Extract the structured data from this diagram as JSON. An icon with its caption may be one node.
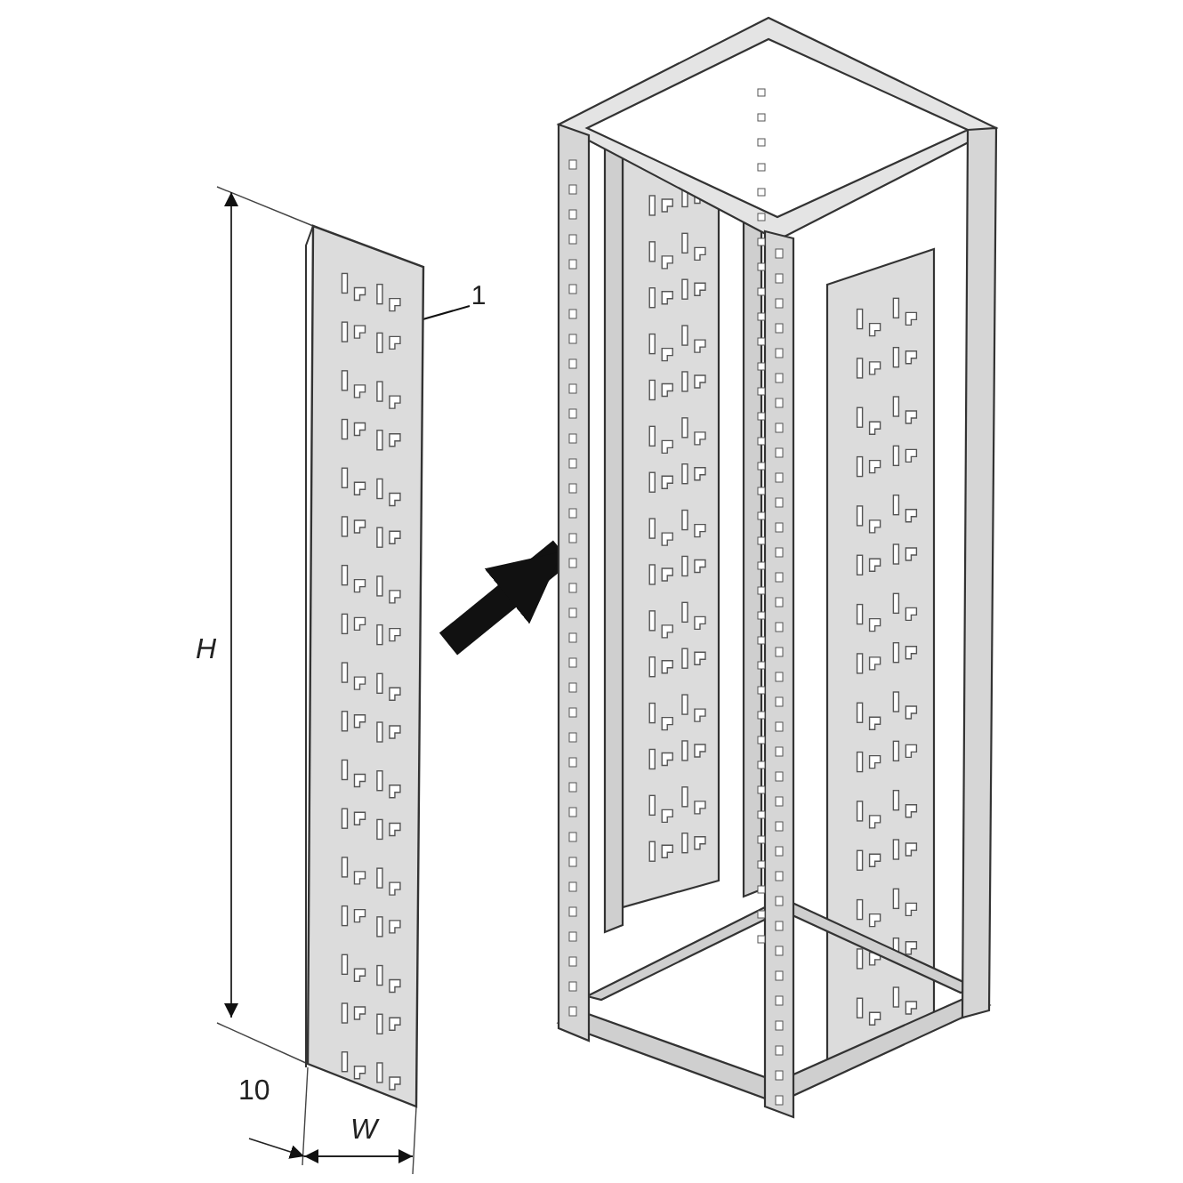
{
  "diagram": {
    "nodes": [
      {
        "text": [
          "1"
        ]
      },
      {
        "text": [],
        "shape": "picture"
      },
      {
        "text": [],
        "shape": "picture"
      }
    ],
    "edges": [
      {
        "from": 0,
        "to": 1,
        "arrow": "none"
      },
      {
        "from": 1,
        "to": 2,
        "arrow": "to",
        "style": "thick"
      }
    ],
    "labels": [
      "H",
      "10",
      "W"
    ]
  }
}
